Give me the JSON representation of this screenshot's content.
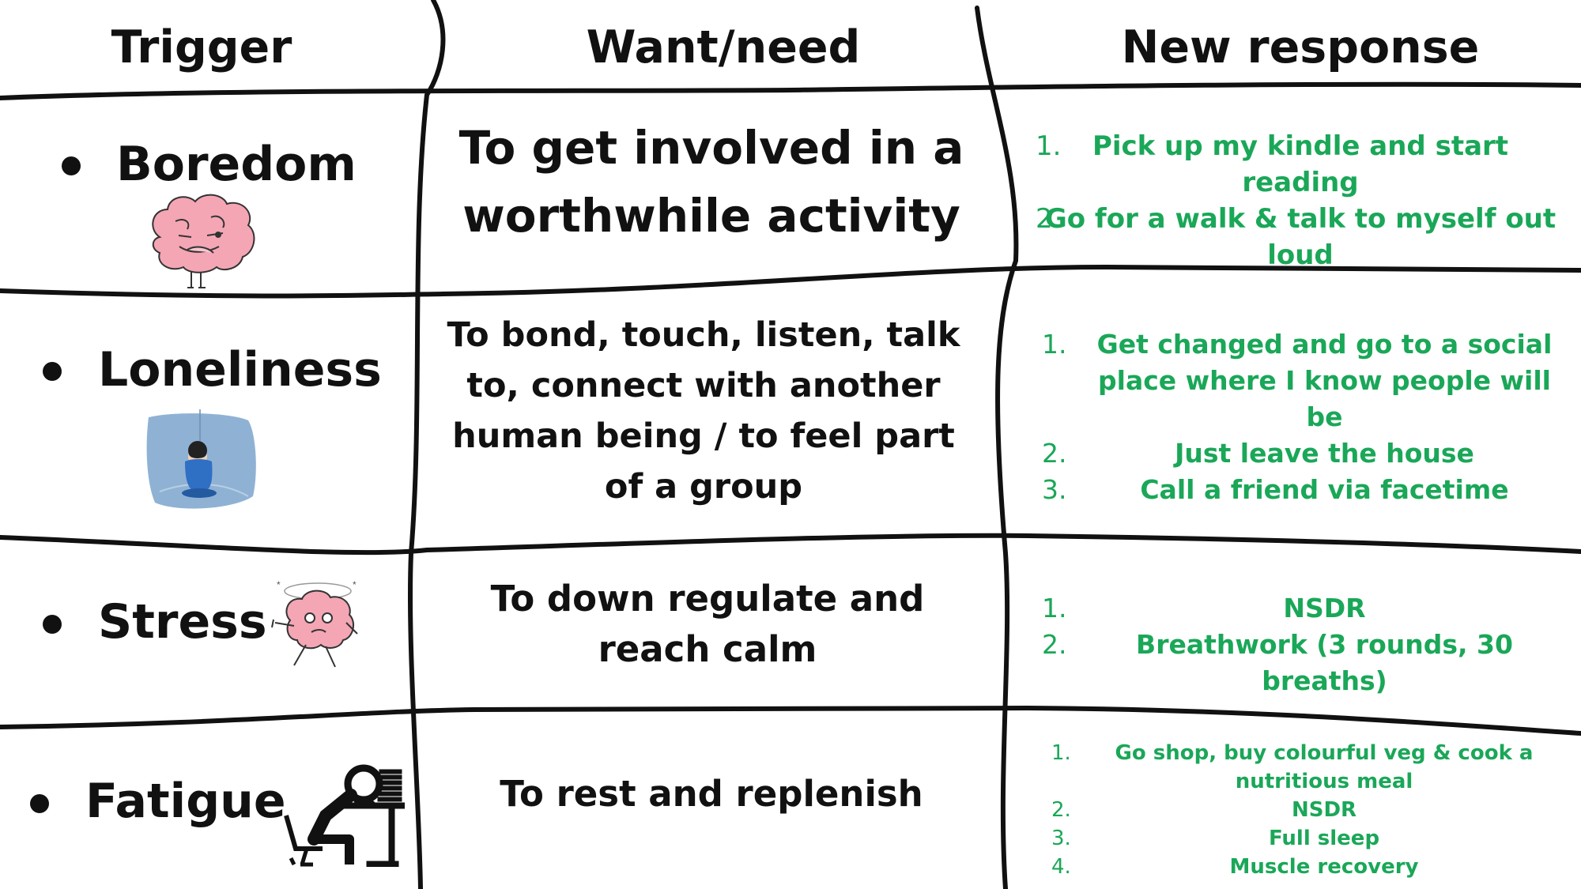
{
  "headers": {
    "trigger": "Trigger",
    "want": "Want/need",
    "response": "New response"
  },
  "rows": [
    {
      "trigger": "Boredom",
      "icon": "bored-brain-icon",
      "want": "To get involved in a worthwhile activity",
      "responses": [
        {
          "num": "1.",
          "text": "Pick up my kindle and start reading"
        },
        {
          "num": "2.",
          "text": "Go for a walk & talk to myself out loud"
        }
      ]
    },
    {
      "trigger": "Loneliness",
      "icon": "lonely-child-icon",
      "want": "To bond, touch, listen, talk to, connect with another human being / to feel part of a group",
      "responses": [
        {
          "num": "1.",
          "text": "Get changed and go to a social place where I know people will be"
        },
        {
          "num": "2.",
          "text": "Just leave the house"
        },
        {
          "num": "3.",
          "text": "Call a friend via facetime"
        }
      ]
    },
    {
      "trigger": "Stress",
      "icon": "stressed-brain-icon",
      "want": "To down regulate and reach calm",
      "responses": [
        {
          "num": "1.",
          "text": "NSDR"
        },
        {
          "num": "2.",
          "text": "Breathwork (3 rounds, 30 breaths)"
        }
      ]
    },
    {
      "trigger": "Fatigue",
      "icon": "tired-person-at-desk-icon",
      "want": "To rest and replenish",
      "responses": [
        {
          "num": "1.",
          "text": "Go shop, buy colourful veg & cook a nutritious meal"
        },
        {
          "num": "2.",
          "text": "NSDR"
        },
        {
          "num": "3.",
          "text": "Full sleep"
        },
        {
          "num": "4.",
          "text": "Muscle recovery"
        }
      ]
    }
  ],
  "colors": {
    "response_text": "#1aa758",
    "ink": "#111111",
    "brain_pink": "#f4a6b4",
    "lonely_bg": "#8fb2d4"
  }
}
